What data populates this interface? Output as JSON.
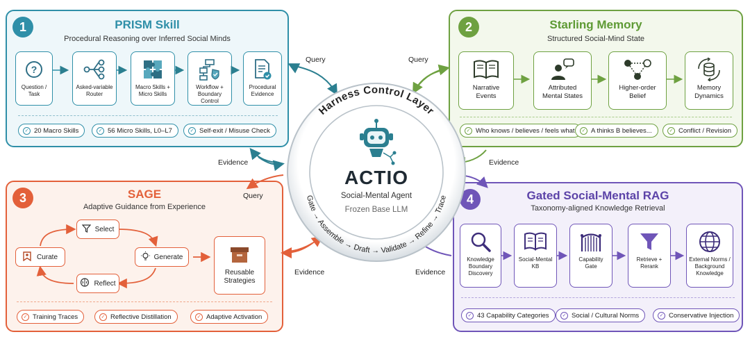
{
  "colors": {
    "prism": "#2f8fa8",
    "starling": "#6ea141",
    "sage": "#e3603a",
    "rag": "#6f55b8",
    "core": "#2b7f90"
  },
  "center": {
    "ring_title": "Harness Control Layer",
    "name": "ACTIO",
    "subtitle": "Social-Mental Agent",
    "base": "Frozen Base LLM",
    "pipeline": "Gate → Assemble → Draft → Validate → Refine → Trace",
    "robot_icon": "robot-icon"
  },
  "flows": {
    "query_tl": "Query",
    "query_tr": "Query",
    "query_sage": "Query",
    "evidence_tl": "Evidence",
    "evidence_tr": "Evidence",
    "evidence_sage": "Evidence",
    "evidence_rag": "Evidence"
  },
  "prism": {
    "num": "1",
    "title": "PRISM Skill",
    "subtitle": "Procedural Reasoning over Inferred Social Minds",
    "cards": [
      {
        "label": "Question /\nTask",
        "icon": "question-icon"
      },
      {
        "label": "Asked-variable\nRouter",
        "icon": "router-icon"
      },
      {
        "label": "Macro Skills +\nMicro Skills",
        "icon": "puzzle-icon"
      },
      {
        "label": "Workflow +\nBoundary Control",
        "icon": "workflow-icon"
      },
      {
        "label": "Procedural\nEvidence",
        "icon": "document-icon"
      }
    ],
    "pills": [
      "20 Macro Skills",
      "56 Micro Skills, L0–L7",
      "Self-exit / Misuse Check"
    ]
  },
  "starling": {
    "num": "2",
    "title": "Starling Memory",
    "subtitle": "Structured Social-Mind State",
    "cards": [
      {
        "label": "Narrative\nEvents",
        "icon": "book-icon"
      },
      {
        "label": "Attributed\nMental States",
        "icon": "person-thought-icon"
      },
      {
        "label": "Higher-order\nBelief",
        "icon": "network-icon"
      },
      {
        "label": "Memory\nDynamics",
        "icon": "database-cycle-icon"
      }
    ],
    "pills": [
      "Who knows / believes / feels what",
      "A thinks B believes...",
      "Conflict / Revision"
    ]
  },
  "sage": {
    "num": "3",
    "title": "SAGE",
    "subtitle": "Adaptive Guidance from Experience",
    "nodes": {
      "select": "Select",
      "generate": "Generate",
      "reflect": "Reflect",
      "curate": "Curate"
    },
    "store": "Reusable\nStrategies",
    "pills": [
      "Training Traces",
      "Reflective Distillation",
      "Adaptive Activation"
    ]
  },
  "rag": {
    "num": "4",
    "title": "Gated Social-Mental RAG",
    "subtitle": "Taxonomy-aligned Knowledge Retrieval",
    "cards": [
      {
        "label": "Knowledge\nBoundary\nDiscovery",
        "icon": "magnifier-icon"
      },
      {
        "label": "Social-Mental\nKB",
        "icon": "open-book-icon"
      },
      {
        "label": "Capability\nGate",
        "icon": "gate-icon"
      },
      {
        "label": "Retrieve +\nRerank",
        "icon": "funnel-icon"
      },
      {
        "label": "External Norms /\nBackground\nKnowledge",
        "icon": "globe-icon"
      }
    ],
    "pills": [
      "43 Capability Categories",
      "Social / Cultural Norms",
      "Conservative Injection"
    ]
  }
}
